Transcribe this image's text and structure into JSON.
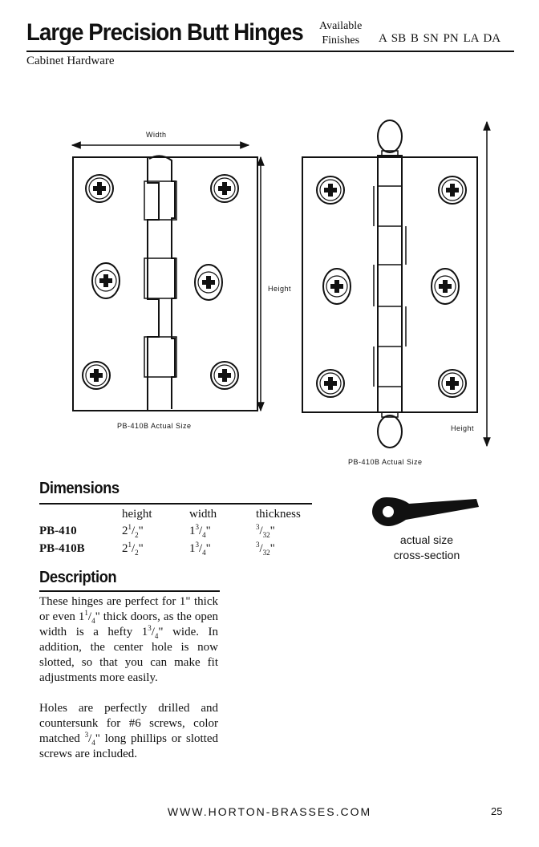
{
  "header": {
    "title": "Large Precision Butt Hinges",
    "available_line1": "Available",
    "available_line2": "Finishes",
    "finishes": "A  SB  B  SN  PN  LA  DA",
    "subtitle": "Cabinet Hardware"
  },
  "figures": {
    "width_label": "Width",
    "height_label": "Height",
    "height_label_right": "Height",
    "left_caption": "PB-410B Actual Size",
    "right_caption": "PB-410B Actual Size"
  },
  "dimensions": {
    "title": "Dimensions",
    "columns": [
      "height",
      "width",
      "thickness"
    ],
    "rows": [
      {
        "model": "PB-410",
        "height_whole": "2",
        "height_num": "1",
        "height_den": "2",
        "width_whole": "1",
        "width_num": "3",
        "width_den": "4",
        "thick_num": "3",
        "thick_den": "32"
      },
      {
        "model": "PB-410B",
        "height_whole": "2",
        "height_num": "1",
        "height_den": "2",
        "width_whole": "1",
        "width_num": "3",
        "width_den": "4",
        "thick_num": "3",
        "thick_den": "32"
      }
    ],
    "inch_mark": "\"",
    "slash": "/"
  },
  "cross_section": {
    "line1": "actual size",
    "line2": "cross-section"
  },
  "description": {
    "title": "Description",
    "p1_a": "These hinges are perfect for 1\" thick or even 1",
    "p1_f1_num": "1",
    "p1_f1_den": "4",
    "p1_b": "\" thick doors, as the open width is a hefty 1",
    "p1_f2_num": "3",
    "p1_f2_den": "4",
    "p1_c": "\" wide. In addition, the center hole is now slotted, so that you can make fit adjustments more easily.",
    "p2_a": "Holes are perfectly drilled and countersunk for #6 screws, color matched ",
    "p2_f_num": "3",
    "p2_f_den": "4",
    "p2_b": "\" long phillips or slotted screws are included."
  },
  "footer": {
    "url": "WWW.HORTON-BRASSES.COM",
    "page_number": "25"
  }
}
